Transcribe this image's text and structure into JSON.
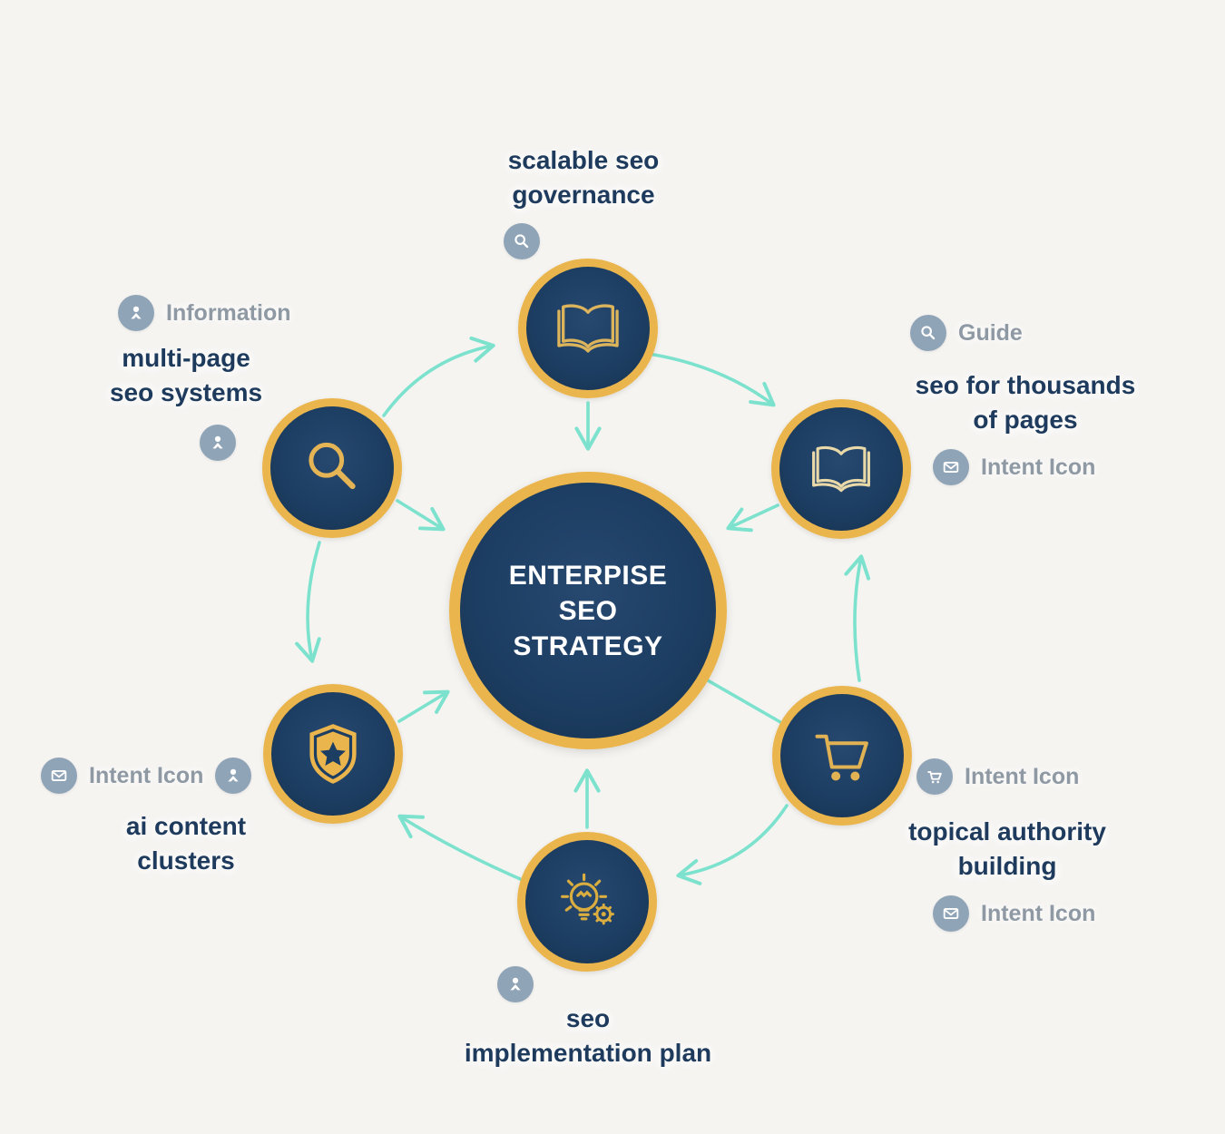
{
  "colors": {
    "background": "#f5f4f1",
    "node_fill": "#1d3e63",
    "node_ring": "#eab54c",
    "icon_gold": "#dcb45c",
    "arrow_teal": "#7ce2cd",
    "badge_gray": "#90a4b8",
    "label_navy": "#1e3a5c",
    "label_gray": "#8e99a4",
    "center_text": "#ffffff"
  },
  "center": {
    "lines": [
      "ENTERPISE",
      "SEO",
      "STRATEGY"
    ]
  },
  "labels": {
    "top": {
      "lines": [
        "scalable seo",
        "governance"
      ]
    },
    "left_tag": "Information",
    "left": {
      "lines": [
        "multi-page",
        "seo systems"
      ]
    },
    "topright_tag": "Guide",
    "topright": {
      "lines": [
        "seo for thousands",
        "of pages"
      ]
    },
    "topright_intent": "Intent Icon",
    "right_intent_top": "Intent Icon",
    "right": {
      "lines": [
        "topical authority",
        "building"
      ]
    },
    "right_intent_bottom": "Intent Icon",
    "bottomleft_intent": "Intent Icon",
    "bottomleft": {
      "lines": [
        "ai content",
        "clusters"
      ]
    },
    "bottom": {
      "lines": [
        "seo",
        "implementation plan"
      ]
    }
  },
  "icons": {
    "center": "none",
    "top_node": "open-book-icon",
    "topright_node": "open-book-icon",
    "left_node": "magnifier-icon",
    "bottomleft_node": "shield-star-icon",
    "right_node": "shopping-cart-icon",
    "bottom_node": "lightbulb-gear-icon",
    "badges": [
      "magnifier-icon",
      "person-icon",
      "envelope-icon",
      "cart-icon"
    ]
  }
}
